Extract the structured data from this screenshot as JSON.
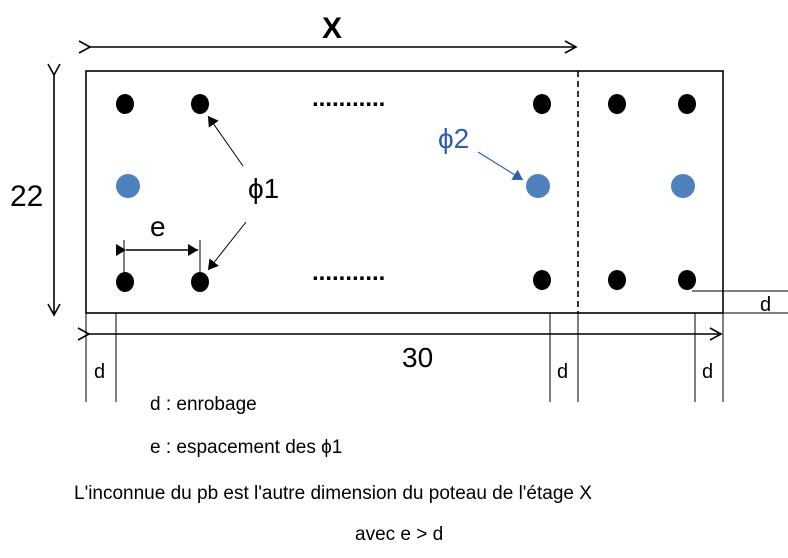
{
  "diagram": {
    "label_x": "X",
    "label_height": "22",
    "label_width": "30",
    "label_d": "d",
    "label_e": "e",
    "label_phi1": "ϕ1",
    "label_phi2": "ϕ2",
    "dots_top": "...........",
    "dots_bottom": "...........",
    "colors": {
      "black_bar": "#000000",
      "blue_bar": "#4f81bd",
      "phi2_text": "#2e5fa8"
    }
  },
  "legend": {
    "line1": "d : enrobage",
    "line2": "e : espacement des ϕ1",
    "line3": "L'inconnue du pb est l'autre dimension du poteau de l'étage X",
    "line4": "avec e > d"
  }
}
